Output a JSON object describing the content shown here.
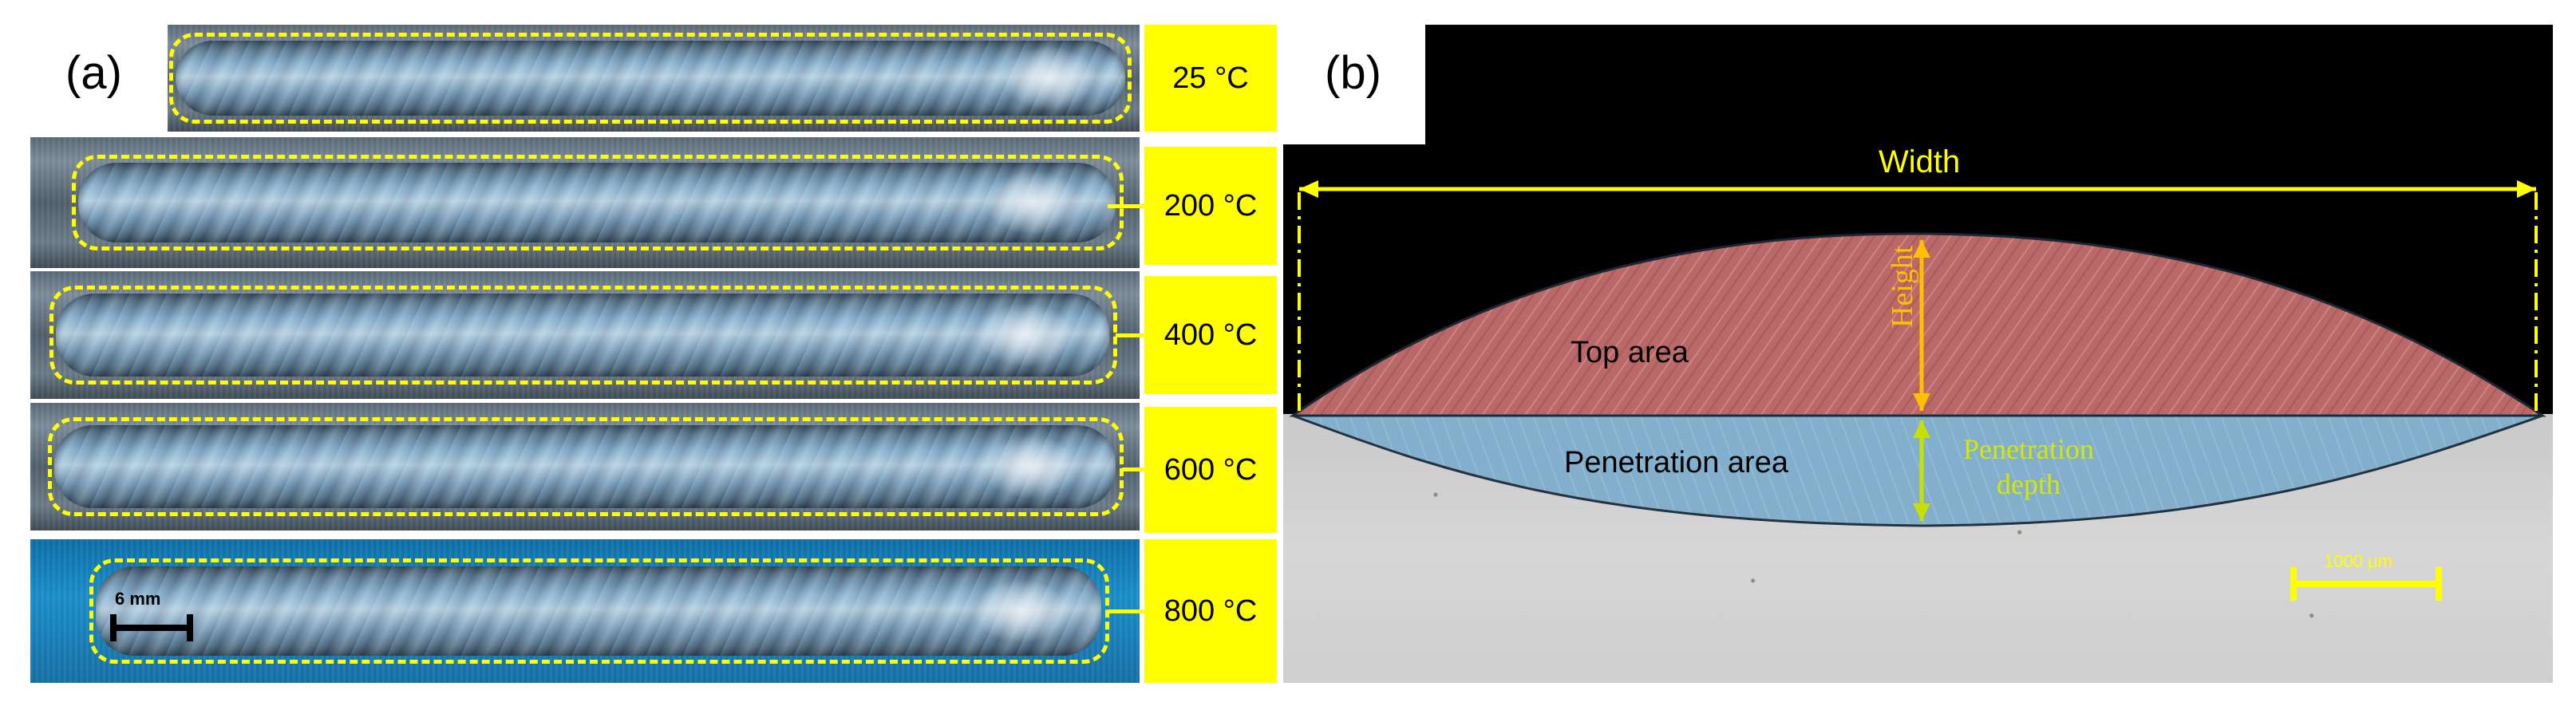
{
  "panel_a": {
    "label": "(a)",
    "samples": [
      {
        "temperature": "25 °C"
      },
      {
        "temperature": "200 °C"
      },
      {
        "temperature": "400 °C"
      },
      {
        "temperature": "600 °C"
      },
      {
        "temperature": "800 °C"
      }
    ],
    "scale_bar": {
      "label": "6 mm"
    },
    "colors": {
      "highlight": "#ffff00",
      "label_box": "#ffff00"
    }
  },
  "panel_b": {
    "label": "(b)",
    "width_label": "Width",
    "height_label": "Height",
    "top_area_label": "Top area",
    "penetration_area_label": "Penetration area",
    "penetration_depth_label": [
      "Penetration",
      "depth"
    ],
    "scale_bar": {
      "label": "1000 μm"
    },
    "colors": {
      "width_arrow": "#ffff00",
      "height_arrow": "#ffc000",
      "depth_arrow": "#c8e000",
      "top_area_fill": "#c87070",
      "penetration_area_fill": "#7aaccc"
    }
  }
}
